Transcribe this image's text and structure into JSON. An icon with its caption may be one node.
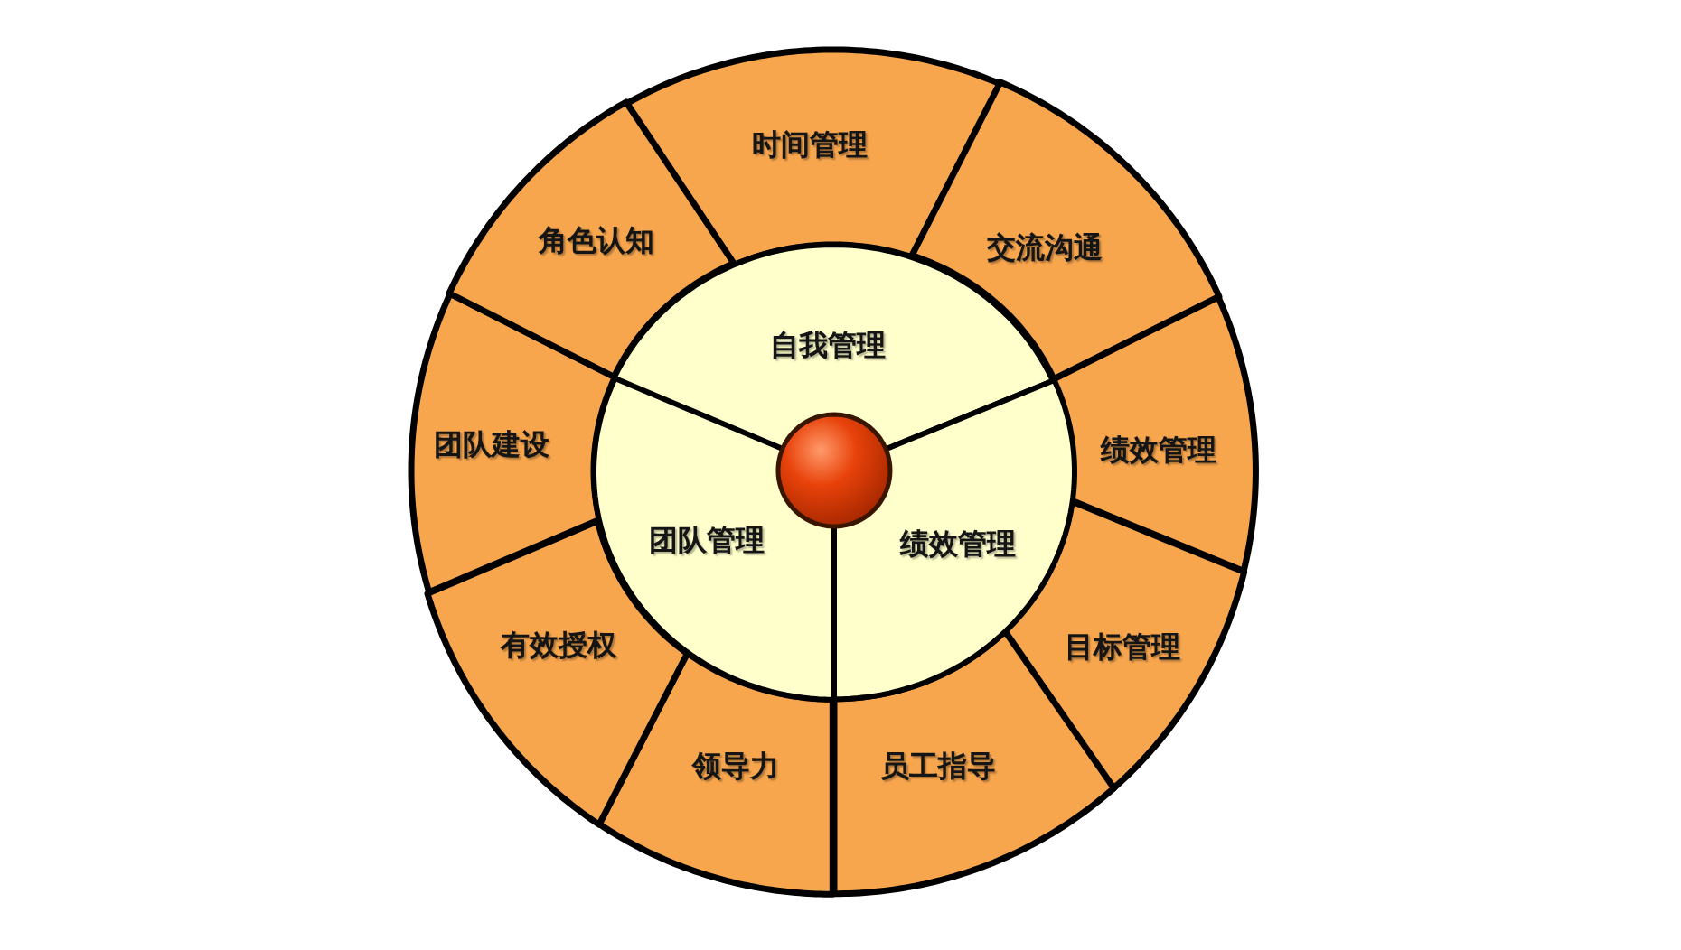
{
  "diagram": {
    "nodes": [
      {
        "text": [],
        "shape": "circle"
      },
      {
        "text": [
          "自我管理"
        ]
      },
      {
        "text": [
          "团队管理"
        ]
      },
      {
        "text": [
          "绩效管理"
        ]
      },
      {
        "text": [
          "时间管理"
        ]
      },
      {
        "text": [
          "交流沟通"
        ]
      },
      {
        "text": [
          "绩效管理"
        ]
      },
      {
        "text": [
          "目标管理"
        ]
      },
      {
        "text": [
          "员工指导"
        ]
      },
      {
        "text": [
          "领导力"
        ]
      },
      {
        "text": [
          "有效授权"
        ]
      },
      {
        "text": [
          "团队建设"
        ]
      },
      {
        "text": [
          "角色认知"
        ]
      }
    ]
  }
}
